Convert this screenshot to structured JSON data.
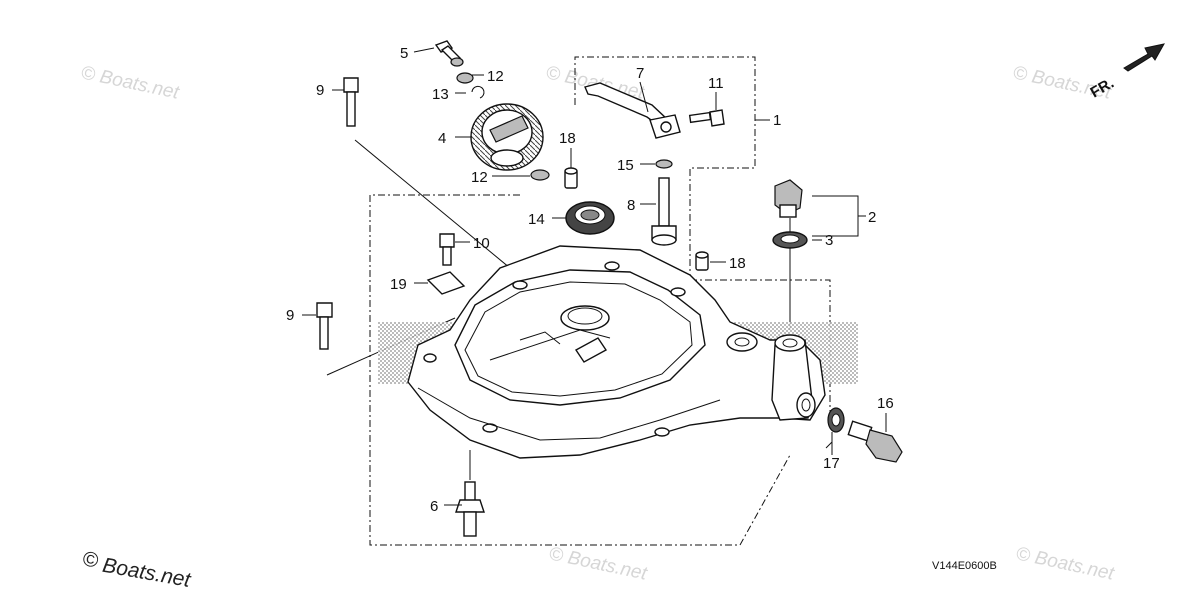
{
  "diagram": {
    "callouts": {
      "c1": "1",
      "c2": "2",
      "c3": "3",
      "c4": "4",
      "c5": "5",
      "c6": "6",
      "c7": "7",
      "c8": "8",
      "c9a": "9",
      "c9b": "9",
      "c10": "10",
      "c11": "11",
      "c12a": "12",
      "c12b": "12",
      "c13": "13",
      "c14": "14",
      "c15": "15",
      "c16": "16",
      "c17": "17",
      "c18a": "18",
      "c18b": "18",
      "c19": "19"
    },
    "figure_code": "V144E0600B",
    "direction_label": "FR.",
    "watermark_text": "© Boats.net",
    "watermark_main_symbol": "©",
    "watermark_main_text": "Boats.net"
  }
}
